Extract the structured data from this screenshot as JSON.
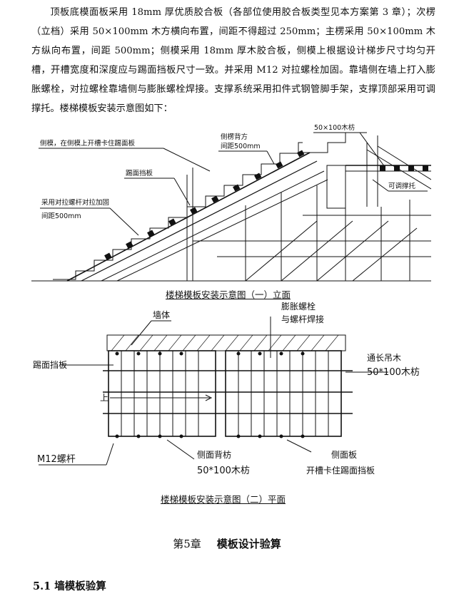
{
  "paragraph": "顶板底模面板采用 18mm 厚优质胶合板（各部位使用胶合板类型见本方案第 3 章）；次楞（立档）采用 50×100mm 木方横向布置，间距不得超过 250mm；主楞采用 50×100mm 木方纵向布置，间距 500mm；侧模采用 18mm 厚木胶合板，侧模上根据设计梯步尺寸均匀开槽，开槽宽度和深度应与踢面挡板尺寸一致。并采用 M12 对拉螺栓加固。靠墙侧在墙上打入膨胀螺栓，对拉螺栓靠墙侧与膨胀螺栓焊接。支撑系统采用扣件式钢管脚手架，支撑顶部采用可调撑托。楼梯模板安装示意图如下：",
  "figure1": {
    "labels": {
      "side_form": "侧模，在侧模上开槽卡住踢面板",
      "riser": "踢面挡板",
      "side_back": "侧楞背方",
      "side_back_spacing": "间距500mm",
      "timber": "50×100木枋",
      "jack": "可调撑托",
      "tie": "采用对拉螺杆对拉加固",
      "tie_spacing": "间距500mm"
    },
    "caption": "楼梯模板安装示意图（一）立面"
  },
  "figure2": {
    "labels": {
      "wall": "墙体",
      "bolt1": "膨胀螺栓",
      "bolt2": "与螺杆焊接",
      "riser": "踢面挡板",
      "beam1": "通长吊木",
      "beam2": "50*100木枋",
      "up": "上",
      "m12": "M12螺杆",
      "back1": "侧面背枋",
      "back2": "50*100木枋",
      "side1": "侧面板",
      "side2": "开槽卡住踢面挡板"
    },
    "caption": "楼梯模板安装示意图（二）平面"
  },
  "chapter": {
    "number": "第5章",
    "title": "模板设计验算"
  },
  "section": "5.1 墙模板验算"
}
